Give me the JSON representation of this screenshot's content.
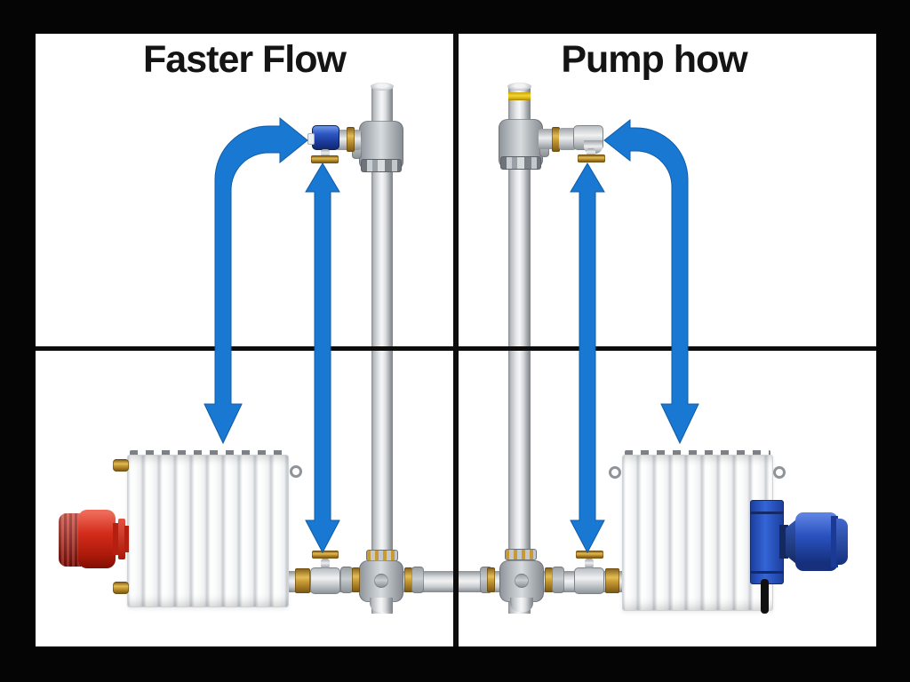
{
  "titles": {
    "left": "Faster Flow",
    "right": "Pump how"
  },
  "colors": {
    "arrow_blue": "#1878d2",
    "background_black": "#050505",
    "panel_white": "#ffffff",
    "grid_line": "#0d0d0d",
    "brass": "#c79a33",
    "pipe_gray": "#c6c9cd",
    "valve_red": "#cc2418",
    "valve_blue": "#2547b4",
    "pump_blue": "#2a52c0",
    "pipe_label_yellow": "#e7c522"
  },
  "components": {
    "left_panel": [
      "riser-pipe",
      "tee-fitting",
      "blue-radiator-valve",
      "double-headed-flow-arrows",
      "radiator",
      "red-thermostatic-head",
      "bottom-pipe",
      "cross-fitting",
      "bottom-valve"
    ],
    "right_panel": [
      "riser-pipe",
      "tee-fitting",
      "chrome-radiator-valve",
      "double-headed-flow-arrows",
      "radiator",
      "blue-circulator-pump",
      "bottom-pipe",
      "cross-fitting",
      "bottom-valve"
    ]
  }
}
